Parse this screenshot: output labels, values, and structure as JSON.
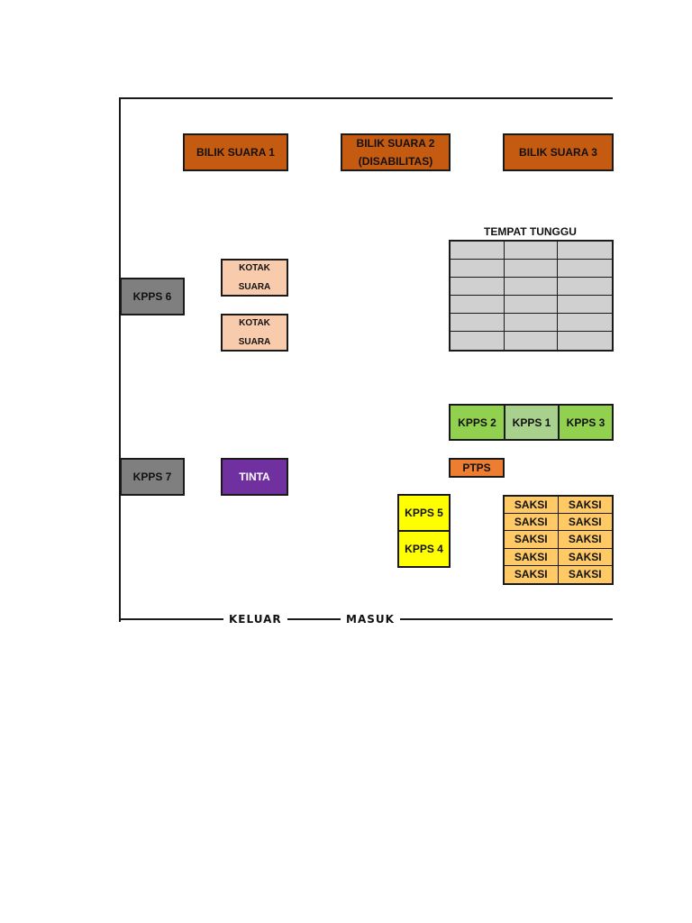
{
  "bilik": [
    {
      "label": "BILIK SUARA 1"
    },
    {
      "label": "BILIK SUARA 2\n(DISABILITAS)"
    },
    {
      "label": "BILIK SUARA 3"
    }
  ],
  "tempat_tunggu": {
    "title": "TEMPAT TUNGGU",
    "rows": 6,
    "cols": 3
  },
  "kotak_suara": [
    {
      "label": "KOTAK\nSUARA"
    },
    {
      "label": "KOTAK\nSUARA"
    }
  ],
  "kpps": {
    "kpps1": "KPPS 1",
    "kpps2": "KPPS 2",
    "kpps3": "KPPS 3",
    "kpps4": "KPPS 4",
    "kpps5": "KPPS 5",
    "kpps6": "KPPS 6",
    "kpps7": "KPPS 7"
  },
  "tinta": "TINTA",
  "ptps": "PTPS",
  "saksi": {
    "label": "SAKSI",
    "rows": 5,
    "cols": 2
  },
  "exits": {
    "keluar": "KELUAR",
    "masuk": "MASUK"
  },
  "colors": {
    "bilik": "#c55a11",
    "kotak_suara": "#f8cbad",
    "kpps_grey": "#7f7f7f",
    "tinta": "#7030a0",
    "kpps_green": "#92d050",
    "kpps_lightgreen": "#a9d18e",
    "kpps_yellow": "#ffff00",
    "ptps": "#ed7d31",
    "saksi": "#ffc966",
    "seat": "#d0d0d0"
  }
}
